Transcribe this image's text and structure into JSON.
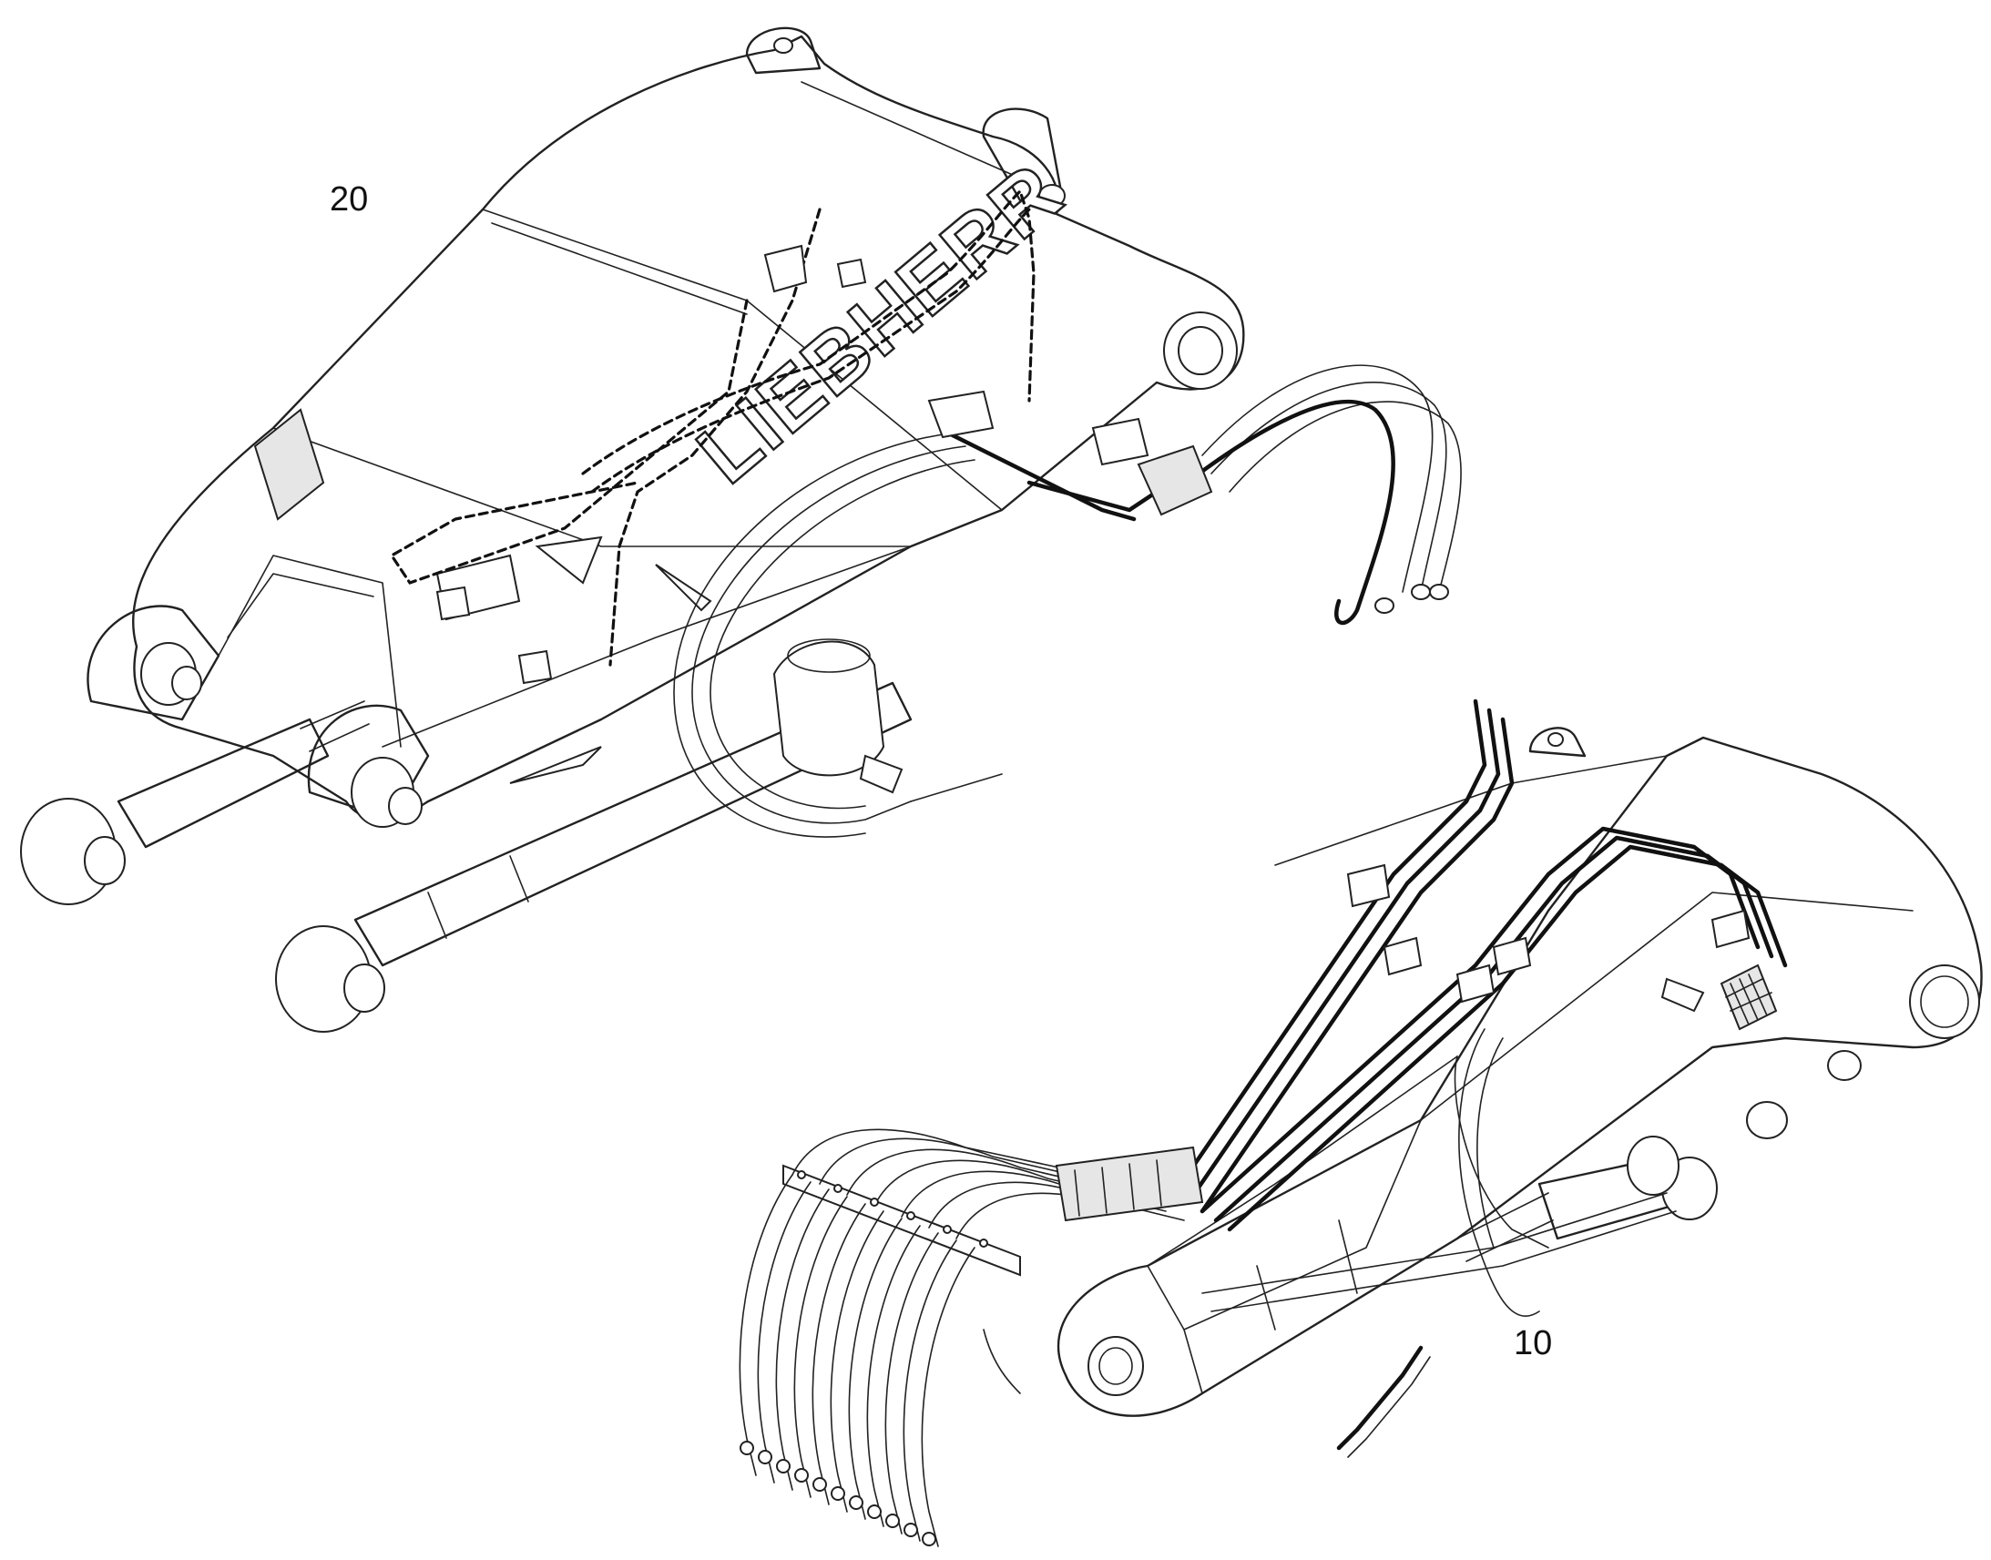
{
  "callouts": {
    "upper_assembly": "20",
    "lower_assembly": "10"
  },
  "branding": {
    "logo_text": "LIEBHERR"
  },
  "colors": {
    "line": "#222222",
    "background": "#ffffff"
  }
}
